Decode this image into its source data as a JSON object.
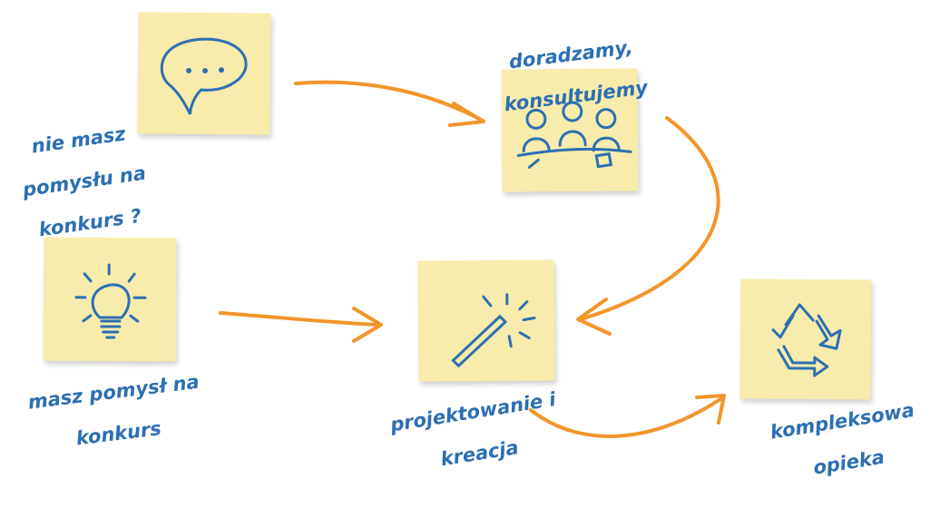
{
  "diagram": {
    "colors": {
      "note": "#f7ecab",
      "ink": "#2c6fb3",
      "arrow": "#f2952b"
    },
    "steps": [
      {
        "id": "no-idea",
        "icon": "speech-bubble-icon",
        "label_lines": [
          "nie masz",
          "pomysłu na",
          "konkurs ?"
        ]
      },
      {
        "id": "consult",
        "icon": "meeting-people-icon",
        "label_lines": [
          "doradzamy,",
          "konsultujemy"
        ]
      },
      {
        "id": "have-idea",
        "icon": "light-bulb-icon",
        "label_lines": [
          "masz pomysł na",
          "konkurs"
        ]
      },
      {
        "id": "design",
        "icon": "magic-wand-icon",
        "label_lines": [
          "projektowanie i",
          "kreacja"
        ]
      },
      {
        "id": "care",
        "icon": "recycle-arrows-icon",
        "label_lines": [
          "kompleksowa",
          "opieka"
        ]
      }
    ]
  }
}
